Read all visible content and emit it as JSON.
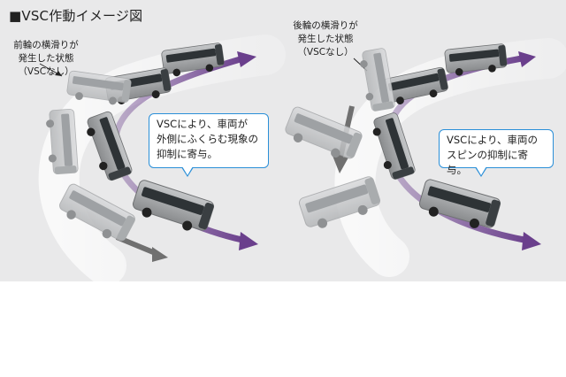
{
  "title": "■VSC作動イメージ図",
  "left_scene": {
    "note": [
      "前輪の横滑りが",
      "発生した状態",
      "（VSCなし）"
    ],
    "callout": [
      "VSCにより、車両が",
      "外側にふくらむ現象の",
      "抑制に寄与。"
    ]
  },
  "right_scene": {
    "note": [
      "後輪の横滑りが",
      "発生した状態",
      "（VSCなし）"
    ],
    "callout": [
      "VSCにより、車両の",
      "スピンの抑制に寄与。"
    ]
  },
  "colors": {
    "background": "#e9e9ea",
    "vsc_path": "#6a3f8c",
    "skid_arrow": "#707070",
    "callout_border": "#2a8fd8",
    "bus_body": "#9a9c9e",
    "bus_window": "#2e3336"
  }
}
